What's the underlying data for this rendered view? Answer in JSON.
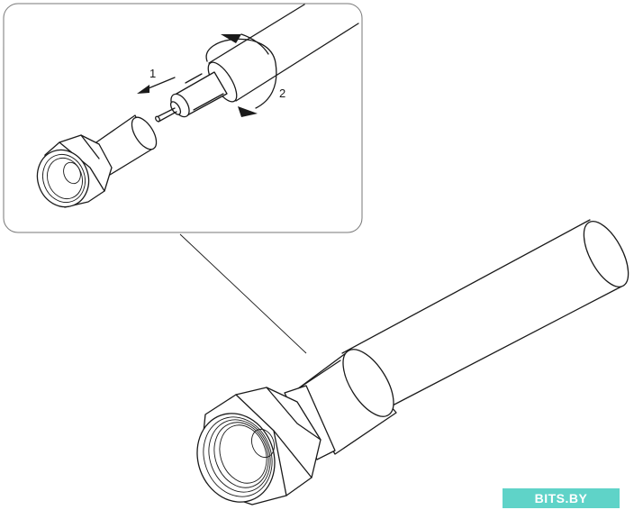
{
  "labels": {
    "step_1": "1",
    "step_2": "2"
  },
  "watermark": {
    "text": "BITS.BY",
    "color": "#5fd3c8"
  }
}
